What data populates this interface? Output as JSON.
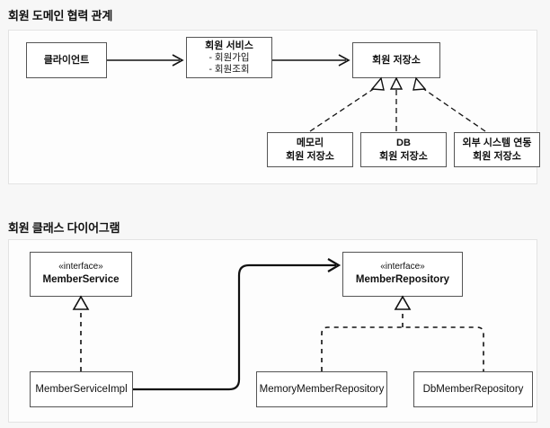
{
  "page": {
    "background": "#f7f7f7",
    "panel_background": "#ffffff",
    "panel_border": "#e3e3e3",
    "line_color": "#111111",
    "node_border": "#555555"
  },
  "sections": [
    {
      "id": "domain-collaboration",
      "title": "회원 도메인 협력 관계",
      "nodes": [
        {
          "id": "client",
          "title": "클라이언트",
          "lines": []
        },
        {
          "id": "member-service",
          "title": "회원 서비스",
          "lines": [
            "- 회원가입",
            "- 회원조회"
          ]
        },
        {
          "id": "member-repository",
          "title": "회원 저장소",
          "lines": []
        },
        {
          "id": "memory-member-repository",
          "title": "메모리",
          "lines": [
            "회원 저장소"
          ]
        },
        {
          "id": "db-member-repository",
          "title": "DB",
          "lines": [
            "회원 저장소"
          ]
        },
        {
          "id": "external-member-repository",
          "title": "외부 시스템 연동",
          "lines": [
            "회원 저장소"
          ]
        }
      ],
      "edges": [
        {
          "from": "client",
          "to": "member-service",
          "type": "association-solid-arrow"
        },
        {
          "from": "member-service",
          "to": "member-repository",
          "type": "association-solid-arrow"
        },
        {
          "from": "memory-member-repository",
          "to": "member-repository",
          "type": "realization-dashed-hollow-triangle"
        },
        {
          "from": "db-member-repository",
          "to": "member-repository",
          "type": "realization-dashed-hollow-triangle"
        },
        {
          "from": "external-member-repository",
          "to": "member-repository",
          "type": "realization-dashed-hollow-triangle"
        }
      ]
    },
    {
      "id": "class-diagram",
      "title": "회원 클래스 다이어그램",
      "stereotype": "«interface»",
      "nodes": [
        {
          "id": "member-service-interface",
          "stereotype": "«interface»",
          "name": "MemberService"
        },
        {
          "id": "member-service-impl",
          "stereotype": "",
          "name": "MemberServiceImpl"
        },
        {
          "id": "member-repository-interface",
          "stereotype": "«interface»",
          "name": "MemberRepository"
        },
        {
          "id": "memory-member-repository-class",
          "stereotype": "",
          "name": "MemoryMemberRepository"
        },
        {
          "id": "db-member-repository-class",
          "stereotype": "",
          "name": "DbMemberRepository"
        }
      ],
      "edges": [
        {
          "from": "member-service-impl",
          "to": "member-service-interface",
          "type": "realization-dashed-hollow-triangle"
        },
        {
          "from": "member-service-impl",
          "to": "member-repository-interface",
          "type": "association-solid-arrow"
        },
        {
          "from": "memory-member-repository-class",
          "to": "member-repository-interface",
          "type": "realization-dashed-hollow-triangle"
        },
        {
          "from": "db-member-repository-class",
          "to": "member-repository-interface",
          "type": "realization-dashed-hollow-triangle"
        }
      ]
    }
  ]
}
